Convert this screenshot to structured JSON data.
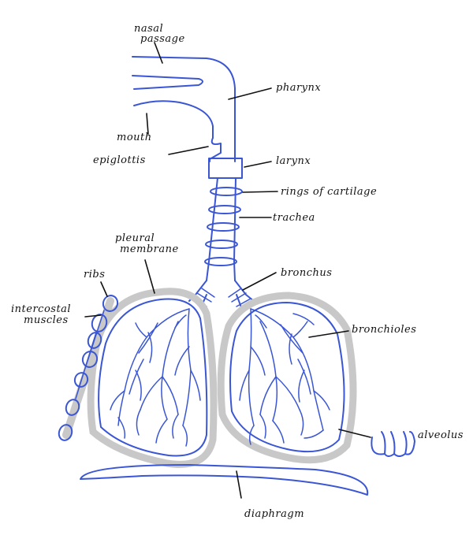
{
  "colors": {
    "structure": "#3a56d4",
    "pleura": "#c8c8c8",
    "label": "#111111",
    "background": "#ffffff"
  },
  "labels": {
    "nasal_passage_1": "nasal",
    "nasal_passage_2": "passage",
    "pharynx": "pharynx",
    "mouth": "mouth",
    "epiglottis": "epiglottis",
    "larynx": "larynx",
    "rings_of_cartilage": "rings of cartilage",
    "trachea": "trachea",
    "pleural_membrane_1": "pleural",
    "pleural_membrane_2": "membrane",
    "ribs": "ribs",
    "intercostal_muscles_1": "intercostal",
    "intercostal_muscles_2": "muscles",
    "bronchus": "bronchus",
    "bronchioles": "bronchioles",
    "alveolus": "alveolus",
    "diaphragm": "diaphragm"
  }
}
